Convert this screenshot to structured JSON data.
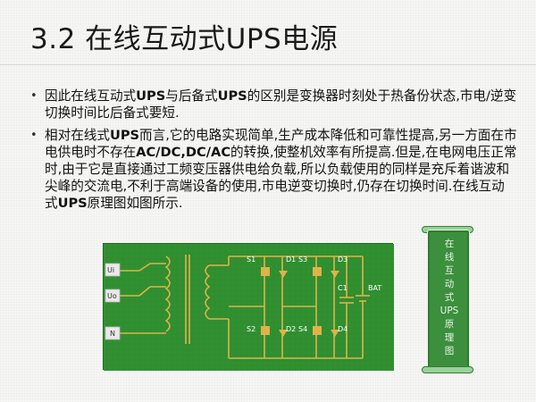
{
  "slide": {
    "title": "3.2 在线互动式UPS电源",
    "bullets": [
      {
        "parts": [
          "因此在线互动式",
          "UPS",
          "与后备式",
          "UPS",
          "的区别是变换器时刻处于热备份状态,市电/逆变切换时间比后备式要短."
        ]
      },
      {
        "parts": [
          "相对在线式",
          "UPS",
          "而言,它的电路实现简单,生产成本降低和可靠性提高,另一方面在市电供电时不存在",
          "AC/DC,DC/AC",
          "的转换,使整机效率有所提高.但是,在电网电压正常时,由于它是直接通过工频变压器供电给负载,所以负载使用的同样是充斥着谐波和尖峰的交流电,不利于高端设备的使用,市电逆变切换时,仍存在切换时间.在线互动式",
          "UPS",
          "原理图如图所示."
        ]
      }
    ]
  },
  "circuit": {
    "terminals": [
      "Ui",
      "Uo",
      "N"
    ],
    "switches": [
      "S1",
      "S2",
      "S3",
      "S4"
    ],
    "diodes": [
      "D1",
      "D2",
      "D3",
      "D4"
    ],
    "capacitor": "C1",
    "battery": "BAT"
  },
  "scroll": {
    "chars": [
      "在",
      "线",
      "互",
      "动",
      "式",
      "UPS",
      "原",
      "理",
      "图"
    ]
  },
  "colors": {
    "board": "#2f8f2f",
    "trace": "#e0b24a",
    "scroll": "#3c8f3c"
  }
}
